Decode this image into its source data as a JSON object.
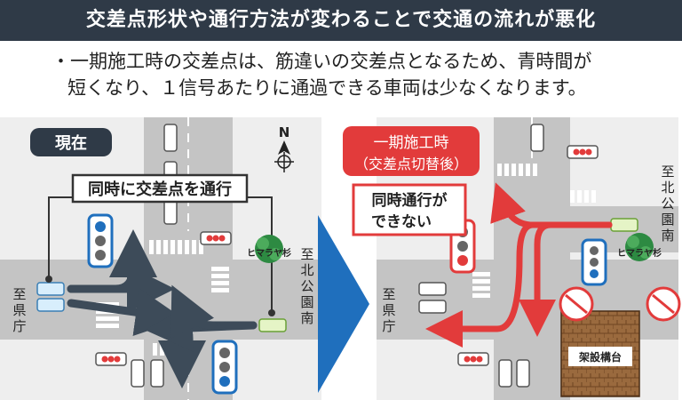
{
  "title": "交差点形状や通行方法が変わることで交通の流れが悪化",
  "bullet": {
    "line1": "・一期施工時の交差点は、筋違いの交差点となるため、青時間が",
    "line2": "短くなり、１信号あたりに通過できる車両は少なくなります。"
  },
  "left_panel": {
    "badge": "現在",
    "callout": "同時に交差点を通行",
    "compass": "N",
    "tree_label": "ヒマラヤ杉",
    "dir_right": [
      "至",
      "北",
      "公",
      "園",
      "南"
    ],
    "dir_left": [
      "至",
      "県",
      "庁"
    ]
  },
  "right_panel": {
    "badge_line1": "一期施工時",
    "badge_line2": "（交差点切替後）",
    "warning_line1": "同時通行が",
    "warning_line2": "できない",
    "tree_label": "ヒマラヤ杉",
    "dir_right": [
      "至",
      "北",
      "公",
      "園",
      "南"
    ],
    "dir_left": [
      "至",
      "県",
      "庁"
    ],
    "construction_label": "架設構台"
  },
  "colors": {
    "title_bg": "#2f3a47",
    "red": "#e23b3b",
    "blue_arrow": "#1f6fbd",
    "road": "#c4c4c4",
    "dark_arrow": "#3d4b59"
  }
}
